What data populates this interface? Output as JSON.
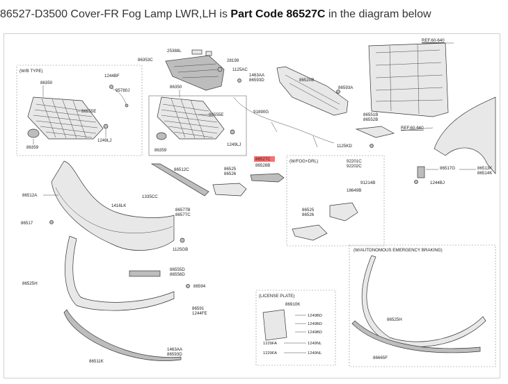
{
  "heading": {
    "prefix": "86527-D3500 Cover-FR Fog Lamp LWR,LH is ",
    "bold": "Part Code 86527C",
    "suffix": " in the diagram below"
  },
  "colors": {
    "highlight": "#ff6f6f",
    "line": "#444444",
    "box_border": "#888888"
  },
  "boxes": {
    "wb_type": "(W/B TYPE)",
    "wfog_drl": "(W/FOG+DRL)",
    "autonomous": "(W/AUTONOMOUS EMERGENCY BRAKING)",
    "license_plate": "(LICENSE PLATE)"
  },
  "refs": {
    "ref_60_640": "REF.60-640",
    "ref_60_660": "REF.60-660"
  },
  "labels": {
    "l86350_wb": "86350",
    "l1244bf": "1244BF",
    "l95780j": "95780J",
    "l86555e_wb": "86555E",
    "l1249lj_wb": "1249LJ",
    "l86359_wb": "86359",
    "l86353c": "86353C",
    "l25388l": "25388L",
    "l28199": "28199",
    "l1125ac": "1125AC",
    "l1463aa_top": "1463AA",
    "l86593d_top": "86593D",
    "l86520b": "86520B",
    "l86593a": "86593A",
    "l86350": "86350",
    "l86555e": "86555E",
    "l1249lj": "1249LJ",
    "l86359": "86359",
    "l91890g": "91890G",
    "l86551b": "86551B",
    "l86552b": "86552B",
    "l1125kd": "1125KD",
    "l86512c": "86512C",
    "l86525": "86525",
    "l86526": "86526",
    "l86527c": "86527C",
    "l86528b": "86528B",
    "l92201c": "92201C",
    "l92202c": "92202C",
    "l91214b": "91214B",
    "l18649b": "18649B",
    "l86525_fog": "86525",
    "l86526_fog": "86526",
    "l86517g": "86517G",
    "l86513k": "86513K",
    "l86514k": "86514K",
    "l1244bj": "1244BJ",
    "l86512a": "86512A",
    "l1335cc": "1335CC",
    "l1416lk": "1416LK",
    "l86577b": "86577B",
    "l86577c": "86577C",
    "l86517": "86517",
    "l1125gb": "1125GB",
    "l86555d": "86555D",
    "l86556d": "86556D",
    "l86594": "86594",
    "l86525h": "86525H",
    "l86591": "86591",
    "l1244fe": "1244FE",
    "l1463aa_bot": "1463AA",
    "l86593d_bot": "86593D",
    "l86511k": "86511K",
    "l86910k": "86910K",
    "l1249bd_1": "1249BD",
    "l1249bd_2": "1249BD",
    "l1249bd_3": "1249BD",
    "l1229fa_1": "1229FA",
    "l1249nl_1": "1249NL",
    "l1229fa_2": "1229FA",
    "l1249nl_2": "1249NL",
    "l86525h_aeb": "86525H",
    "l86665f": "86665F"
  }
}
